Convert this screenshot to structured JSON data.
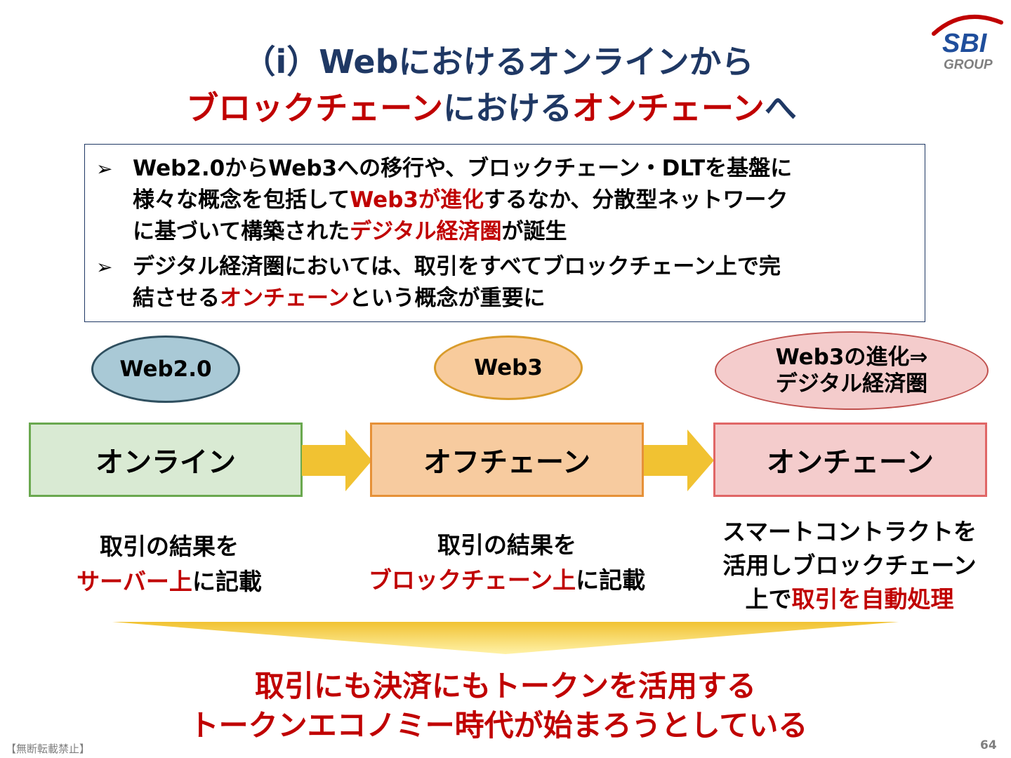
{
  "logo": {
    "brand": "SBI",
    "sub": "GROUP"
  },
  "title": {
    "line1": "（i）Webにおけるオンラインから",
    "line2_a": "ブロックチェーン",
    "line2_b": "における",
    "line2_c": "オンチェーン",
    "line2_d": "へ"
  },
  "summary": {
    "bullet_mark": "➢",
    "b1_l1": "Web2.0からWeb3への移行や、ブロックチェーン・DLTを基盤に",
    "b1_l2_a": "様々な概念を包括して",
    "b1_l2_b": "Web3が進化",
    "b1_l2_c": "するなか、分散型ネットワーク",
    "b1_l3_a": "に基づいて構築された",
    "b1_l3_b": "デジタル経済圏",
    "b1_l3_c": "が誕生",
    "b2_l1": "デジタル経済圏においては、取引をすべてブロックチェーン上で完",
    "b2_l2_a": "結させる",
    "b2_l2_b": "オンチェーン",
    "b2_l2_c": "という概念が重要に"
  },
  "eras": {
    "web2": "Web2.0",
    "web3": "Web3",
    "digital_l1": "Web3の進化⇒",
    "digital_l2": "デジタル経済圏"
  },
  "stages": {
    "online": "オンライン",
    "offchain": "オフチェーン",
    "onchain": "オンチェーン"
  },
  "descriptions": {
    "online_l1": "取引の結果を",
    "online_l2_a": "サーバー上",
    "online_l2_b": "に記載",
    "offchain_l1": "取引の結果を",
    "offchain_l2_a": "ブロックチェーン上",
    "offchain_l2_b": "に記載",
    "onchain_l1": "スマートコントラクトを",
    "onchain_l2": "活用しブロックチェーン",
    "onchain_l3_a": "上で",
    "onchain_l3_b": "取引を自動処理"
  },
  "conclusion": {
    "line1": "取引にも決済にもトークンを活用する",
    "line2": "トークンエコノミー時代が始まろうとしている"
  },
  "footer": {
    "note": "【無断転載禁止】",
    "page": "64"
  },
  "colors": {
    "title_navy": "#1f3864",
    "accent_red": "#c00000",
    "arrow_yellow": "#f1c232"
  }
}
